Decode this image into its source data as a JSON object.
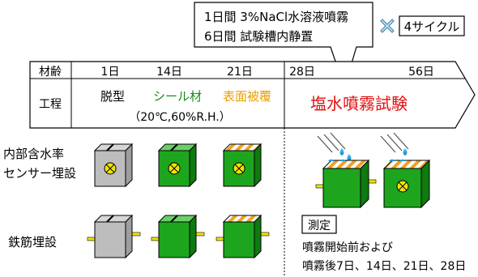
{
  "callout": {
    "line1": "1日間  3%NaCl水溶液噴霧",
    "line2": "6日間  試験槽内静置",
    "multiply_symbol": "✕",
    "cycles": "4サイクル"
  },
  "timeline": {
    "row1_header": "材齢",
    "row2_header": "工程",
    "ages": [
      "1日",
      "14日",
      "21日",
      "28日",
      "56日"
    ],
    "steps": {
      "demold": "脱型",
      "sealant": "シール材",
      "coating": "表面被覆",
      "condition": "（20℃,60%R.H.）",
      "salt_spray": "塩水噴霧試験"
    }
  },
  "row_labels": {
    "moisture_line1": "内部含水率",
    "moisture_line2": "センサー埋設",
    "rebar": "鉄筋埋設"
  },
  "measurement": {
    "box_label": "測定",
    "line1": "噴霧開始前および",
    "line2": "噴霧後7日、14日、21日、28日"
  },
  "colors": {
    "green_text": "#1a8a1a",
    "orange_text": "#e8a000",
    "red_text": "#e01010",
    "cube_green": "#1ea51e",
    "cube_gray": "#bdbdbd",
    "sensor_yellow": "#f2e400",
    "droplet_blue": "#1fa0e0"
  }
}
